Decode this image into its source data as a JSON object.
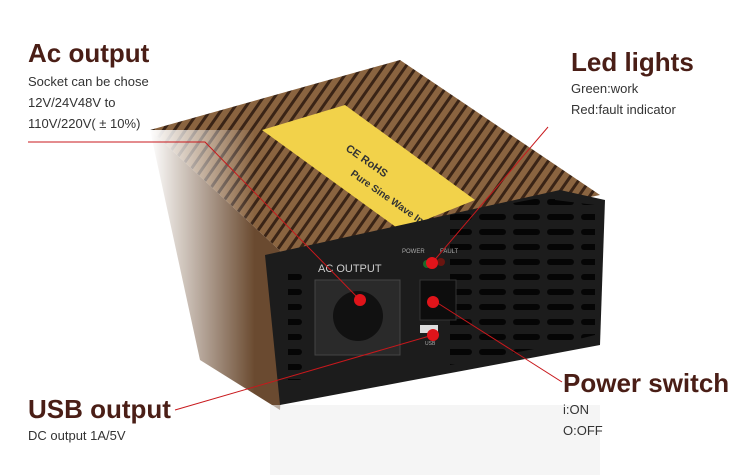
{
  "ac_output": {
    "title": "Ac output",
    "lines": [
      "Socket can be chose",
      "12V/24V48V to",
      "110V/220V( ± 10%)"
    ]
  },
  "led_lights": {
    "title": "Led lights",
    "lines": [
      "Green:work",
      "Red:fault indicator"
    ]
  },
  "usb_output": {
    "title": "USB output",
    "lines": [
      "DC output 1A/5V"
    ]
  },
  "power_switch": {
    "title": "Power switch",
    "lines": [
      "i:ON",
      "O:OFF"
    ]
  },
  "device": {
    "panel_label": "AC OUTPUT",
    "power_label": "POWER",
    "fault_label": "FAULT",
    "usb_label": "USB",
    "sticker_text": "Pure Sine Wave Inverter",
    "cert_text": "CE RoHS"
  },
  "colors": {
    "callout_line": "#c8181c",
    "title": "#4a1e16",
    "body": "#7a5230",
    "panel": "#1c1c1c",
    "sticker": "#f2d24a"
  }
}
